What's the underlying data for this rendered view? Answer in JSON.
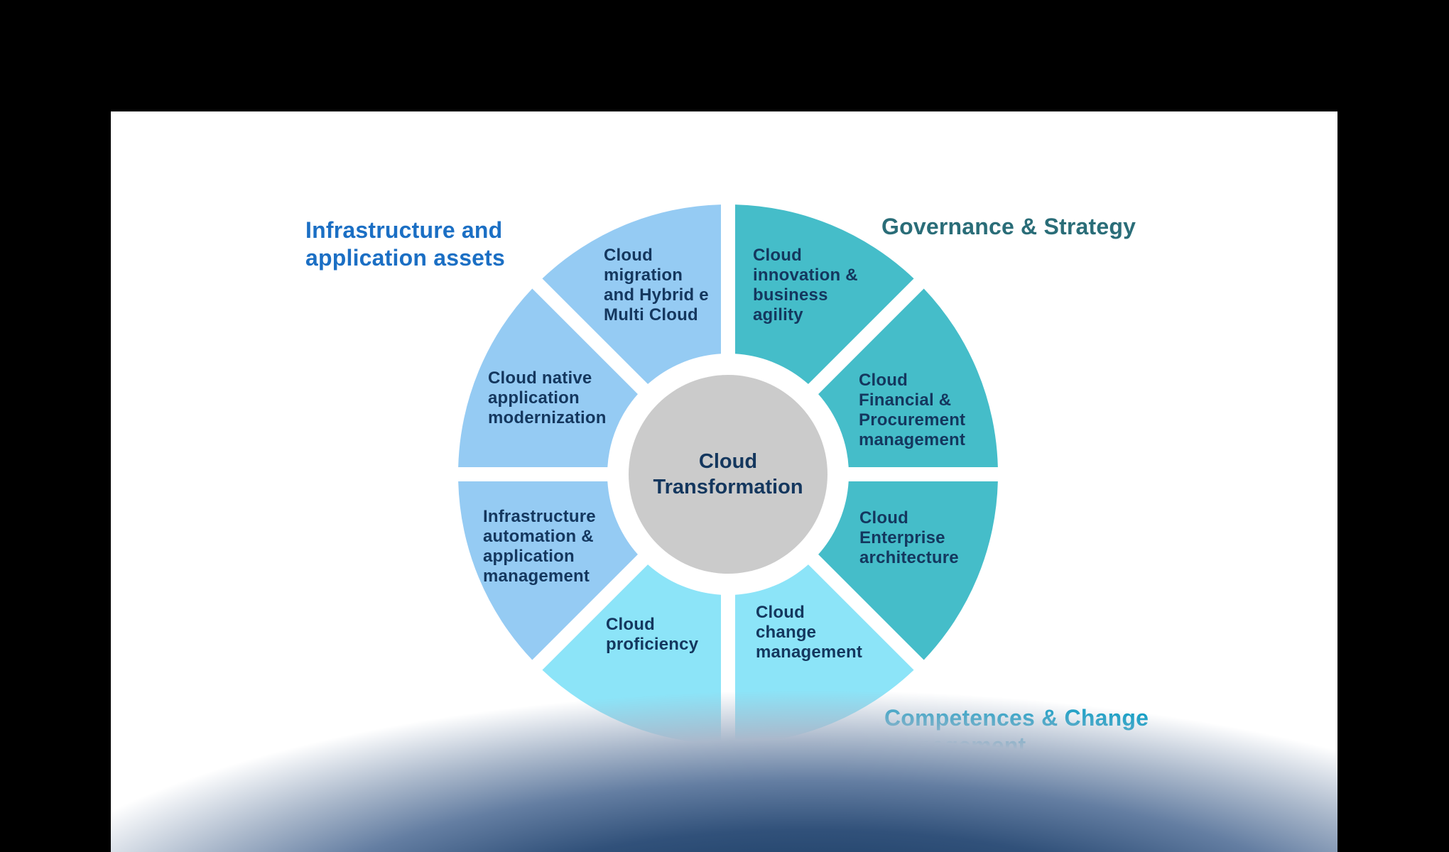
{
  "canvas": {
    "background_color": "#000000",
    "card_color": "#ffffff"
  },
  "center": {
    "label": "Cloud\nTransformation",
    "circle_color": "#cbcbcb",
    "text_color": "#14375e"
  },
  "categories": [
    {
      "id": "infrastructure-and-application-assets",
      "label": "Infrastructure and\napplication assets",
      "color": "#1b6fc4"
    },
    {
      "id": "governance-and-strategy",
      "label": "Governance & Strategy",
      "color": "#2a6d78"
    },
    {
      "id": "competences-and-change-management",
      "label": "Competences & Change\nmanagement",
      "color": "#129fc6"
    }
  ],
  "wheel": {
    "text_color": "#14375e",
    "gap_color": "#ffffff",
    "segments": [
      {
        "id": "cloud-innovation-business-agility",
        "label": "Cloud\ninnovation &\nbusiness\nagility",
        "color": "#45bdc9",
        "group": "Governance & Strategy"
      },
      {
        "id": "cloud-financial-procurement-management",
        "label": "Cloud\nFinancial &\nProcurement\nmanagement",
        "color": "#45bdc9",
        "group": "Governance & Strategy"
      },
      {
        "id": "cloud-enterprise-architecture",
        "label": "Cloud\nEnterprise\narchitecture",
        "color": "#45bdc9",
        "group": "Governance & Strategy"
      },
      {
        "id": "cloud-change-management",
        "label": "Cloud\nchange\nmanagement",
        "color": "#8ce4f8",
        "group": "Competences & Change management"
      },
      {
        "id": "cloud-proficiency",
        "label": "Cloud\nproficiency",
        "color": "#8ce4f8",
        "group": "Competences & Change management"
      },
      {
        "id": "infrastructure-automation-application-management",
        "label": "Infrastructure\nautomation &\napplication\nmanagement",
        "color": "#95cbf3",
        "group": "Infrastructure and application assets"
      },
      {
        "id": "cloud-native-application-modernization",
        "label": "Cloud native\napplication\nmodernization",
        "color": "#95cbf3",
        "group": "Infrastructure and application assets"
      },
      {
        "id": "cloud-migration-hybrid-multi-cloud",
        "label": "Cloud\nmigration\nand Hybrid e\nMulti Cloud",
        "color": "#95cbf3",
        "group": "Infrastructure and application assets"
      }
    ]
  }
}
